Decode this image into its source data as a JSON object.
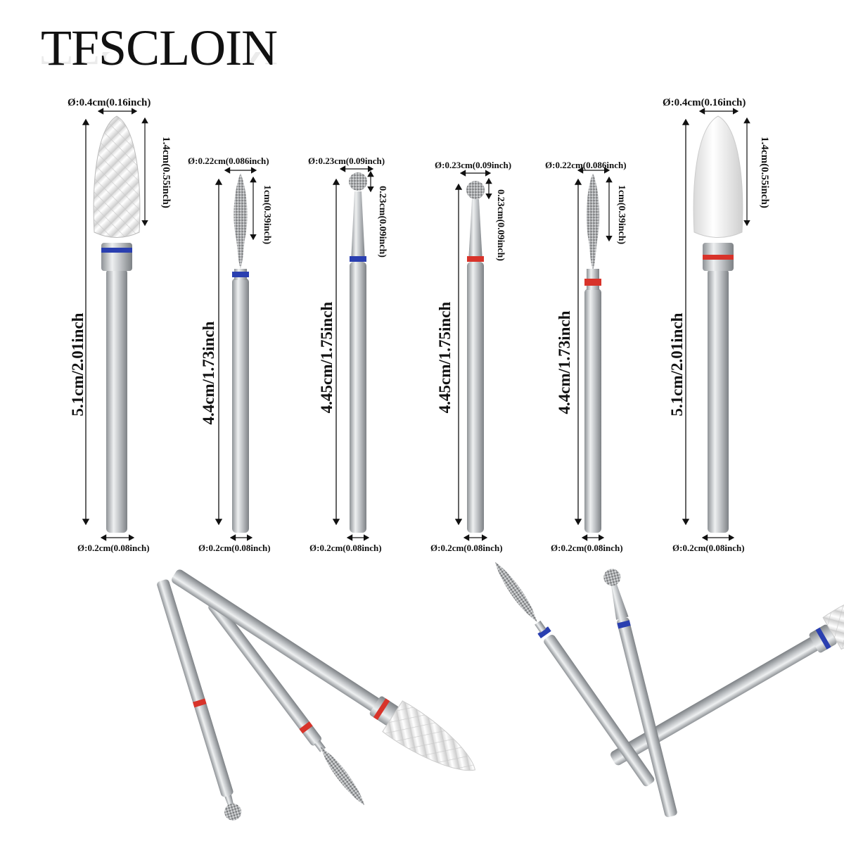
{
  "brand": "TFSCLOIN",
  "colors": {
    "band_blue": "#2a3fb0",
    "band_red": "#d8332a",
    "shank": "#c9cccf",
    "ceramic": "#f4f4f4"
  },
  "bits": [
    {
      "name": "ceramic-cone-blue",
      "head_dia": "Ø:0.4cm(0.16inch)",
      "head_len": "1.4cm(0.55inch)",
      "total_len": "5.1cm/2.01inch",
      "shank_dia": "Ø:0.2cm(0.08inch)",
      "band": "blue"
    },
    {
      "name": "diamond-flame-blue",
      "head_dia": "Ø:0.22cm(0.086inch)",
      "head_len": "1cm(0.39inch)",
      "total_len": "4.4cm/1.73inch",
      "shank_dia": "Ø:0.2cm(0.08inch)",
      "band": "blue"
    },
    {
      "name": "diamond-ball-blue",
      "head_dia": "Ø:0.23cm(0.09inch)",
      "head_len": "0.23cm(0.09inch)",
      "total_len": "4.45cm/1.75inch",
      "shank_dia": "Ø:0.2cm(0.08inch)",
      "band": "blue"
    },
    {
      "name": "diamond-ball-red",
      "head_dia": "Ø:0.23cm(0.09inch)",
      "head_len": "0.23cm(0.09inch)",
      "total_len": "4.45cm/1.75inch",
      "shank_dia": "Ø:0.2cm(0.08inch)",
      "band": "red"
    },
    {
      "name": "diamond-flame-red",
      "head_dia": "Ø:0.22cm(0.086inch)",
      "head_len": "1cm(0.39inch)",
      "total_len": "4.4cm/1.73inch",
      "shank_dia": "Ø:0.2cm(0.08inch)",
      "band": "red"
    },
    {
      "name": "ceramic-cone-red",
      "head_dia": "Ø:0.4cm(0.16inch)",
      "head_len": "1.4cm(0.55inch)",
      "total_len": "5.1cm/2.01inch",
      "shank_dia": "Ø:0.2cm(0.08inch)",
      "band": "red"
    }
  ]
}
